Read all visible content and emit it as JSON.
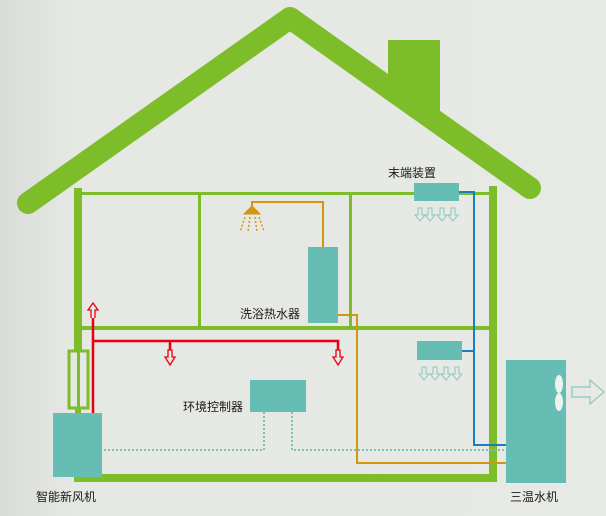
{
  "labels": {
    "terminal_device": "末端装置",
    "water_heater": "洗浴热水器",
    "environment_controller": "环境控制器",
    "fresh_air_unit": "智能新风机",
    "three_temp_unit": "三温水机"
  },
  "colors": {
    "house": "#7dbd2a",
    "equipment": "#66bdb3",
    "fresh_air_pipe": "#e60012",
    "hot_water_pipe": "#d4960f",
    "chilled_water_pipe": "#1a7cc1",
    "signal_line": "#7fbfb8"
  }
}
